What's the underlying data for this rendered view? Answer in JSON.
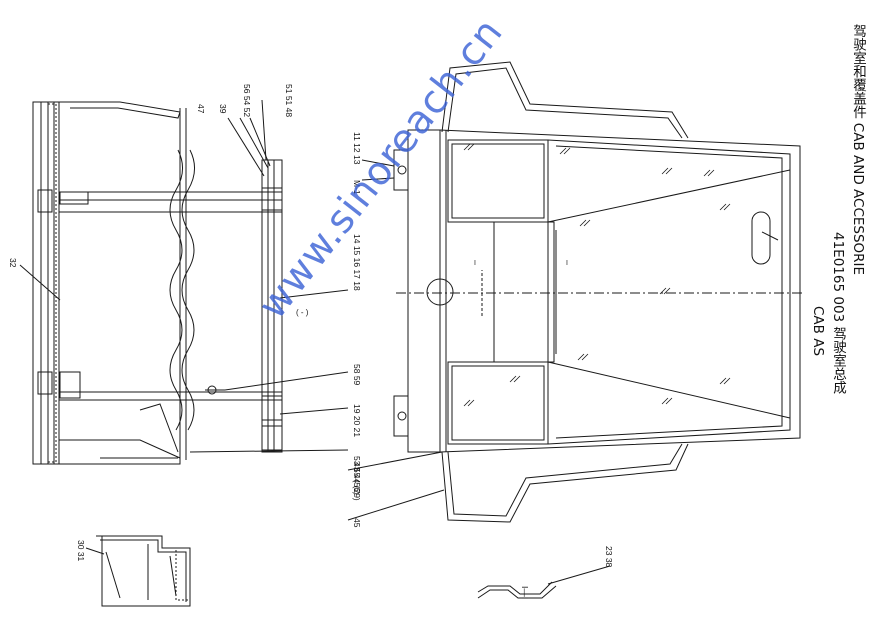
{
  "title": {
    "line1": "驾驶室和覆盖件 CAB AND ACCESSORIE",
    "line2": "41E0165 003 驾驶室总成",
    "line3": "CAB AS"
  },
  "watermark": "www.sinoreach.cn",
  "callouts": [
    "56 54 52",
    "51 51 48",
    "47",
    "39",
    "32",
    "11 12 13",
    "14 15 16 17 18",
    "M-1",
    "58 59",
    "19 20 21",
    "53 55 (56)",
    "43 44 (29)",
    "45",
    "23 38",
    "30 31",
    "I—I"
  ],
  "colors": {
    "line": "#1a1a1a",
    "watermark": "#3d63d6"
  }
}
